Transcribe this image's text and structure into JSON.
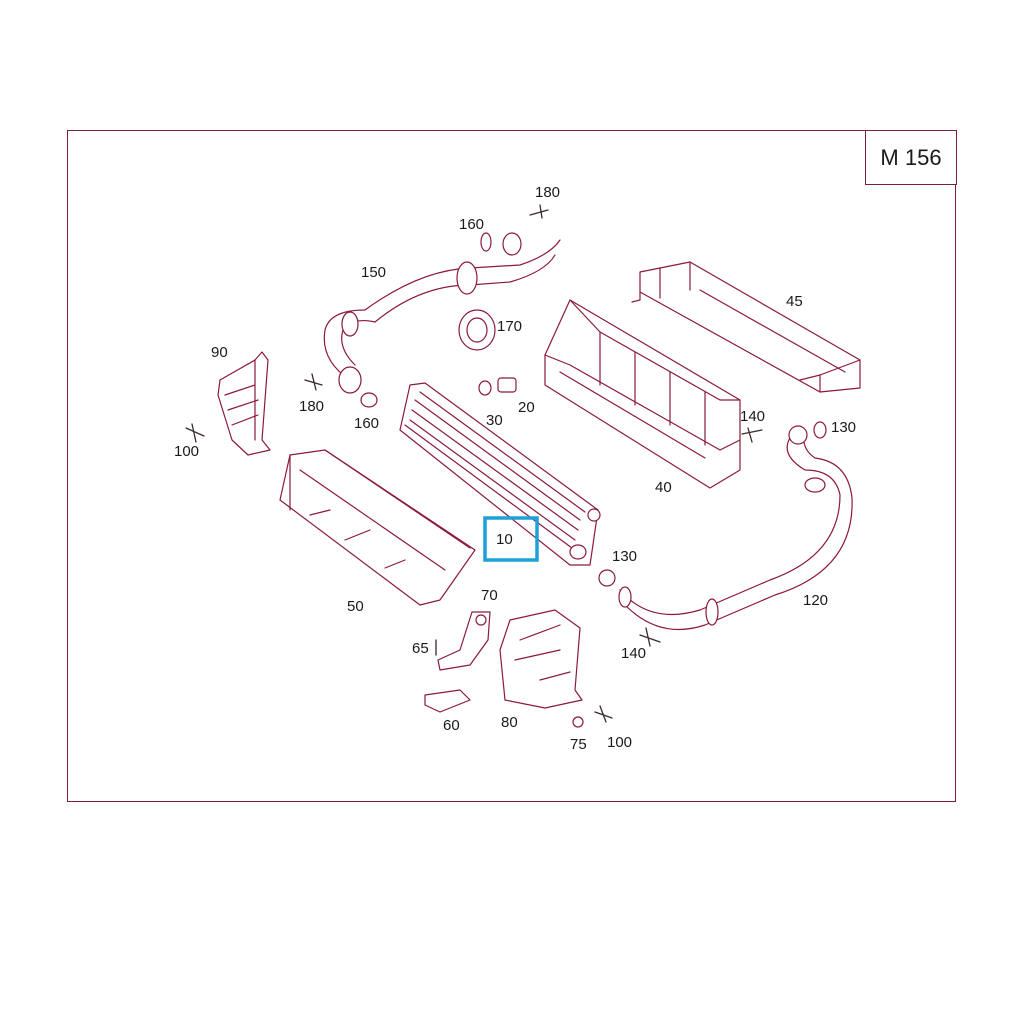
{
  "diagram": {
    "model_code": "M 156",
    "highlighted_part": "10",
    "colors": {
      "line": "#8b1a3a",
      "frame": "#7a1f3d",
      "highlight": "#1ea0d8",
      "text": "#1a1a1a"
    },
    "callouts": {
      "p10": "10",
      "p20": "20",
      "p30": "30",
      "p40": "40",
      "p45": "45",
      "p50": "50",
      "p60": "60",
      "p65": "65",
      "p70": "70",
      "p75": "75",
      "p80": "80",
      "p90": "90",
      "p100a": "100",
      "p100b": "100",
      "p120": "120",
      "p130a": "130",
      "p130b": "130",
      "p140a": "140",
      "p140b": "140",
      "p150": "150",
      "p160a": "160",
      "p160b": "160",
      "p170": "170",
      "p180a": "180",
      "p180b": "180"
    }
  }
}
